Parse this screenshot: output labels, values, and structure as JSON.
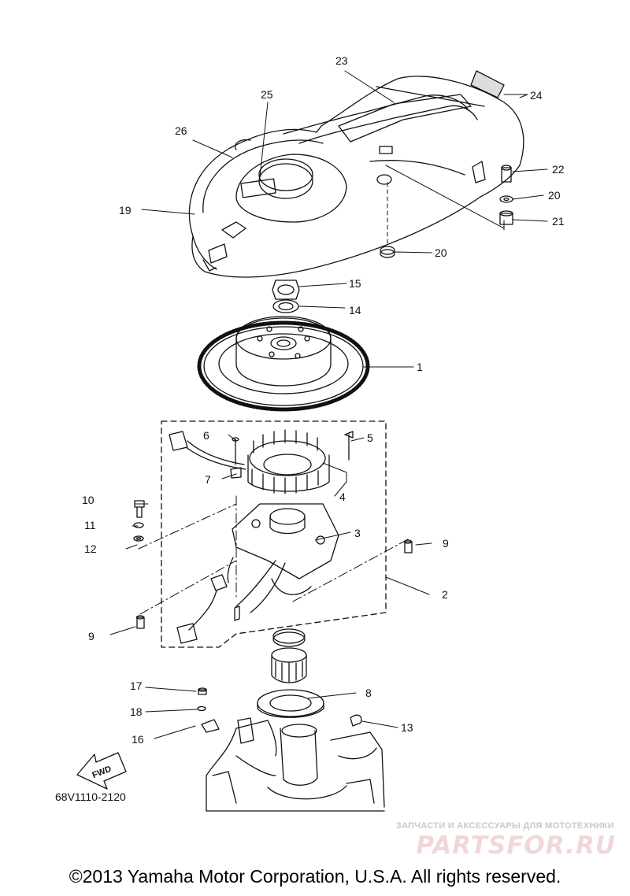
{
  "diagram": {
    "callouts": [
      "1",
      "2",
      "3",
      "4",
      "5",
      "6",
      "7",
      "8",
      "9",
      "9",
      "10",
      "11",
      "12",
      "13",
      "14",
      "15",
      "16",
      "17",
      "18",
      "19",
      "20",
      "20",
      "21",
      "22",
      "23",
      "24",
      "25",
      "26"
    ],
    "fwd_label": "FWD",
    "diagram_code": "68V1110-2120"
  },
  "watermark": {
    "top_text": "ЗАПЧАСТИ И АКСЕССУАРЫ ДЛЯ МОТОТЕХНИКИ",
    "logo_text": "PARTSFOR.RU"
  },
  "footer": {
    "copyright": "©2013 Yamaha Motor Corporation, U.S.A. All rights reserved."
  }
}
